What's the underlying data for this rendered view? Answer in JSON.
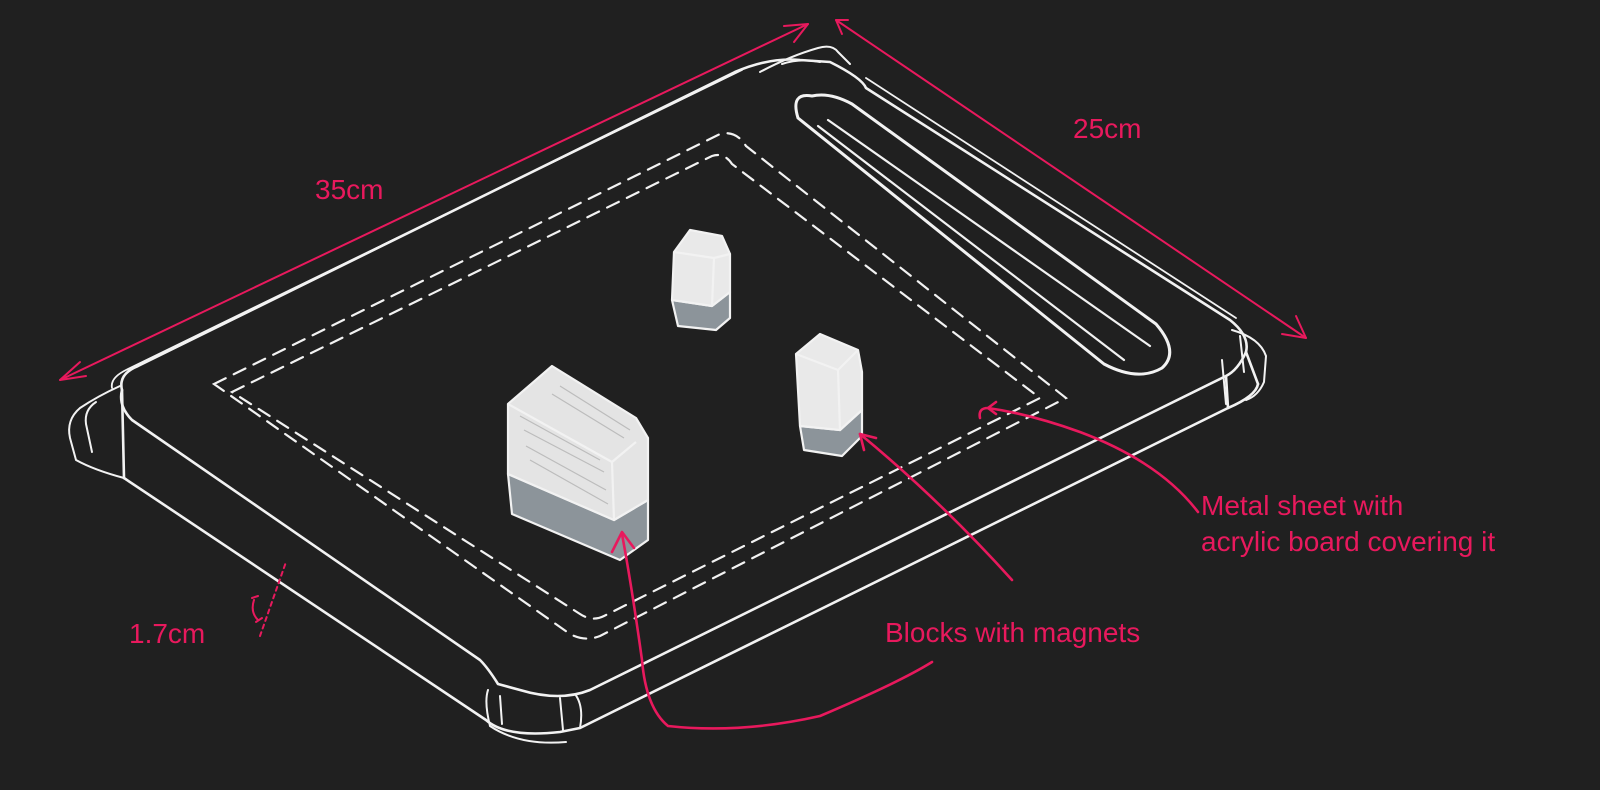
{
  "colors": {
    "background": "#202020",
    "sketch": "#f2f2f2",
    "annotation": "#e8195d",
    "block_base": "#8c949a"
  },
  "labels": {
    "width": "35cm",
    "depth": "25cm",
    "thickness": "1.7cm",
    "blocks": "Blocks with magnets",
    "metal_sheet": "Metal sheet with\nacrylic board covering it"
  }
}
